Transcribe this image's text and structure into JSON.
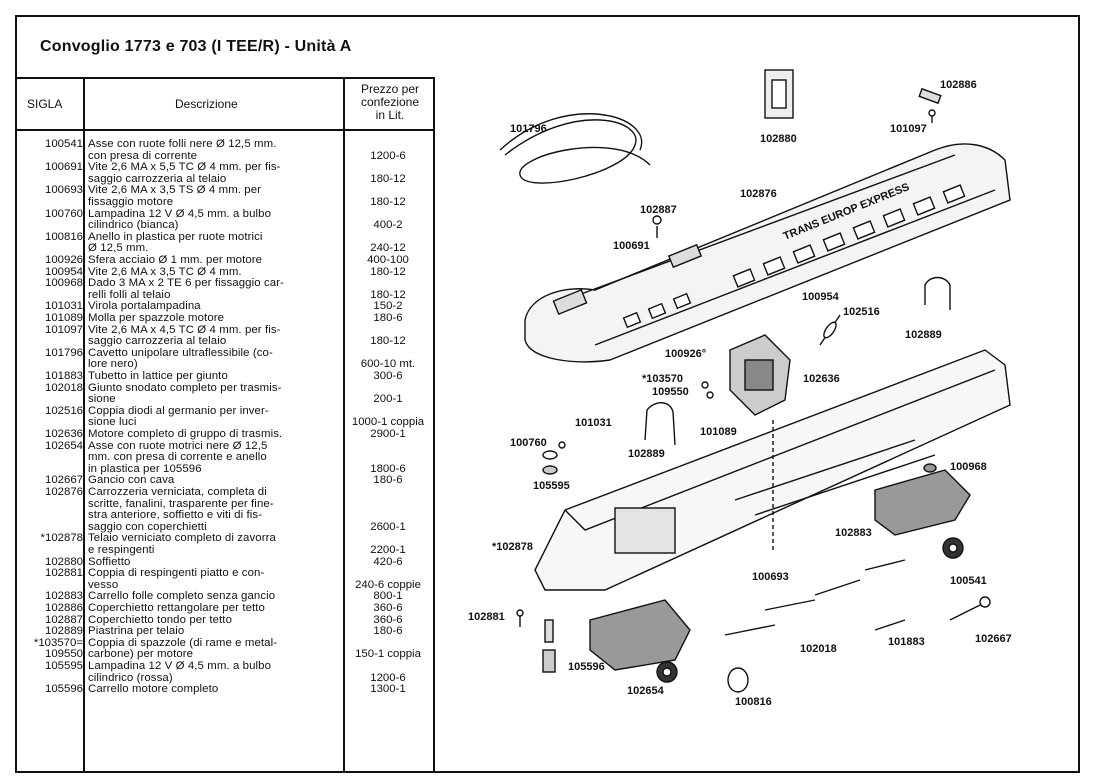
{
  "title": "Convoglio 1773 e 703 (I TEE/R) - Unità A",
  "headers": {
    "sigla": "SIGLA",
    "descrizione": "Descrizione",
    "prezzo": [
      "Prezzo per",
      "confezione",
      "in Lit."
    ]
  },
  "rows": [
    {
      "code": "100541",
      "desc": [
        "Asse con ruote folli nere Ø 12,5 mm.",
        "con presa di corrente"
      ],
      "price": "1200-6"
    },
    {
      "code": "100691",
      "desc": [
        "Vite 2,6 MA x 5,5 TC Ø 4 mm. per fis-",
        "saggio carrozzeria al telaio"
      ],
      "price": "180-12"
    },
    {
      "code": "100693",
      "desc": [
        "Vite 2,6 MA x 3,5 TS Ø 4 mm. per",
        "fissaggio motore"
      ],
      "price": "180-12"
    },
    {
      "code": "100760",
      "desc": [
        "Lampadina 12 V Ø 4,5 mm. a bulbo",
        "cilindrico (bianca)"
      ],
      "price": "400-2"
    },
    {
      "code": "100816",
      "desc": [
        "Anello in plastica per ruote motrici",
        "Ø 12,5 mm."
      ],
      "price": "240-12"
    },
    {
      "code": "100926",
      "desc": [
        "Sfera acciaio Ø 1 mm. per motore"
      ],
      "price": "400-100"
    },
    {
      "code": "100954",
      "desc": [
        "Vite 2,6 MA x 3,5 TC Ø 4 mm."
      ],
      "price": "180-12"
    },
    {
      "code": "100968",
      "desc": [
        "Dado 3 MA x 2 TE 6 per fissaggio car-",
        "relli folli al telaio"
      ],
      "price": "180-12"
    },
    {
      "code": "101031",
      "desc": [
        "Virola portalampadina"
      ],
      "price": "150-2"
    },
    {
      "code": "101089",
      "desc": [
        "Molla per spazzole motore"
      ],
      "price": "180-6"
    },
    {
      "code": "101097",
      "desc": [
        "Vite 2,6 MA x 4,5 TC Ø 4 mm. per fis-",
        "saggio carrozzeria al telaio"
      ],
      "price": "180-12"
    },
    {
      "code": "101796",
      "desc": [
        "Cavetto unipolare ultraflessibile (co-",
        "lore nero)"
      ],
      "price": "600-10 mt."
    },
    {
      "code": "101883",
      "desc": [
        "Tubetto in lattice per giunto"
      ],
      "price": "300-6"
    },
    {
      "code": "102018",
      "desc": [
        "Giunto snodato completo per trasmis-",
        "sione"
      ],
      "price": "200-1"
    },
    {
      "code": "102516",
      "desc": [
        "Coppia diodi al germanio per inver-",
        "sione luci"
      ],
      "price": "1000-1 coppia"
    },
    {
      "code": "102636",
      "desc": [
        "Motore completo di gruppo di trasmis."
      ],
      "price": "2900-1"
    },
    {
      "code": "102654",
      "desc": [
        "Asse con ruote motrici nere Ø 12,5",
        "mm. con presa di corrente e anello",
        "in plastica per 105596"
      ],
      "price": "1800-6"
    },
    {
      "code": "102667",
      "desc": [
        "Gancio con cava"
      ],
      "price": "180-6"
    },
    {
      "code": "102876",
      "desc": [
        "Carrozzeria verniciata, completa di",
        "scritte, fanalini, trasparente per fine-",
        "stra anteriore, soffietto e viti di fis-",
        "saggio con coperchietti"
      ],
      "price": "2600-1"
    },
    {
      "code": "*102878",
      "desc": [
        "Telaio verniciato completo di zavorra",
        "e respingenti"
      ],
      "price": "2200-1"
    },
    {
      "code": "102880",
      "desc": [
        "Soffietto"
      ],
      "price": "420-6"
    },
    {
      "code": "102881",
      "desc": [
        "Coppia di respingenti piatto e con-",
        "vesso"
      ],
      "price": "240-6 coppie"
    },
    {
      "code": "102883",
      "desc": [
        "Carrello folle completo senza gancio"
      ],
      "price": "800-1"
    },
    {
      "code": "102886",
      "desc": [
        "Coperchietto rettangolare per tetto"
      ],
      "price": "360-6"
    },
    {
      "code": "102887",
      "desc": [
        "Coperchietto tondo per tetto"
      ],
      "price": "360-6"
    },
    {
      "code": "102889",
      "desc": [
        "Piastrina per telaio"
      ],
      "price": "180-6"
    },
    {
      "code": "*103570=",
      "desc": [
        "Coppia di spazzole (di rame e metal-"
      ],
      "price": ""
    },
    {
      "code": "109550",
      "desc": [
        "carbone) per motore"
      ],
      "price": "150-1 coppia"
    },
    {
      "code": "105595",
      "desc": [
        "Lampadina 12 V Ø 4,5 mm. a bulbo",
        "cilindrico (rossa)"
      ],
      "price": "1200-6"
    },
    {
      "code": "105596",
      "desc": [
        "Carrello motore completo"
      ],
      "price": "1300-1"
    }
  ],
  "diagram_labels": {
    "l102886": "102886",
    "l102880": "102880",
    "l101097": "101097",
    "l101796": "101796",
    "l102876": "102876",
    "l102887": "102887",
    "l100691": "100691",
    "l100954": "100954",
    "l102516": "102516",
    "l102889a": "102889",
    "l100926": "100926°",
    "l103570": "*103570",
    "l109550": "109550",
    "l102636": "102636",
    "l101031": "101031",
    "l101089": "101089",
    "l100760": "100760",
    "l102889b": "102889",
    "l105595": "105595",
    "l100968": "100968",
    "l102878": "*102878",
    "l102883": "102883",
    "l100693": "100693",
    "l100541": "100541",
    "l102881": "102881",
    "l102018": "102018",
    "l101883": "101883",
    "l102667": "102667",
    "l105596": "105596",
    "l102654": "102654",
    "l100816": "100816",
    "train_text": "TRANS EUROP EXPRESS"
  }
}
